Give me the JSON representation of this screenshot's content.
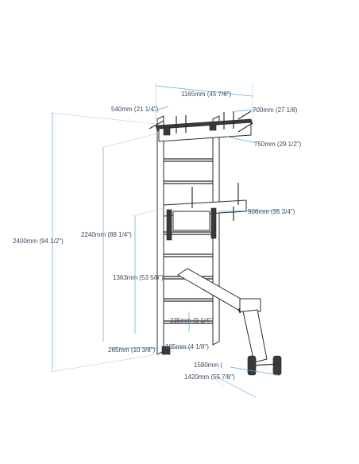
{
  "dimensions": {
    "top_width": "1165mm (45 7/8\")",
    "top_depth_left": "540mm (21 1/4\")",
    "top_depth_right": "700mm (27 1/8)",
    "top_depth_bar": "750mm (29 1/2\")",
    "total_height": "2400mm (94 1/2\")",
    "frame_height": "2240mm (88 1/4\")",
    "dip_width": "908mm (35 3/4\")",
    "bench_height": "1363mm (53 5/8\")",
    "lower_rung": "235mm (9 1/4\")",
    "base_depth": "265mm (10 3/8\")",
    "base_small": "105mm (4 1/8\")",
    "bench_length_a": "1580mm (",
    "bench_length_b": "1420mm (55 7/8\")"
  }
}
